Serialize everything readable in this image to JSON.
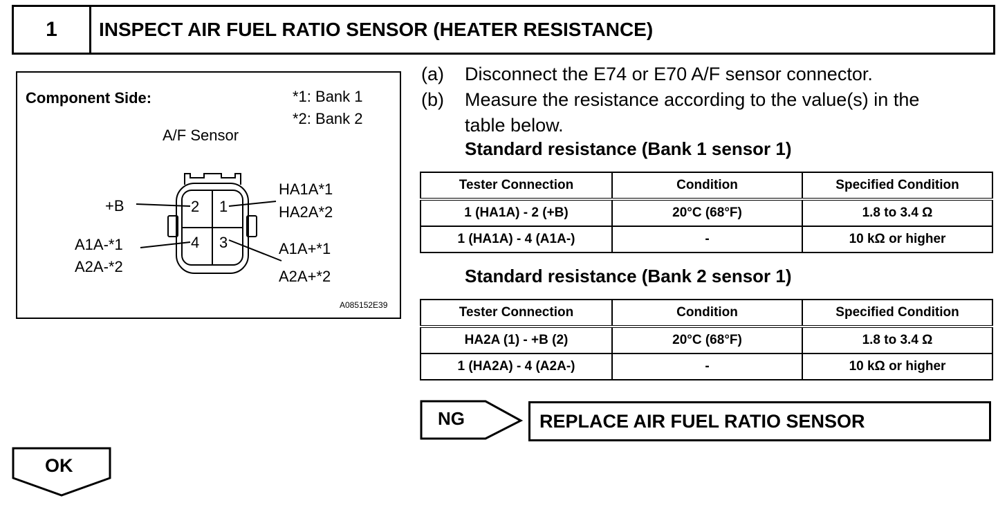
{
  "header": {
    "number": "1",
    "title": "INSPECT AIR FUEL RATIO SENSOR (HEATER RESISTANCE)"
  },
  "diagram": {
    "side_label": "Component Side:",
    "notes": [
      "*1: Bank 1",
      "*2: Bank 2"
    ],
    "sensor_label": "A/F Sensor",
    "pins": [
      "2",
      "1",
      "4",
      "3"
    ],
    "left_labels": {
      "plus_b": "+B",
      "a1a_minus": "A1A-*1",
      "a2a_minus": "A2A-*2"
    },
    "right_labels": {
      "ha1a": "HA1A*1",
      "ha2a": "HA2A*2",
      "a1a_plus": "A1A+*1",
      "a2a_plus": "A2A+*2"
    },
    "code": "A085152E39"
  },
  "steps": [
    {
      "label": "(a)",
      "lines": [
        "Disconnect the E74 or E70 A/F sensor connector."
      ]
    },
    {
      "label": "(b)",
      "lines": [
        "Measure the resistance according to the value(s) in the",
        "table below."
      ]
    }
  ],
  "tables": [
    {
      "title": "Standard resistance (Bank 1 sensor 1)",
      "headers": [
        "Tester Connection",
        "Condition",
        "Specified Condition"
      ],
      "rows": [
        [
          "1 (HA1A) - 2 (+B)",
          "20°C (68°F)",
          "1.8 to 3.4 Ω"
        ],
        [
          "1 (HA1A) - 4 (A1A-)",
          "-",
          "10 kΩ or higher"
        ]
      ]
    },
    {
      "title": "Standard resistance (Bank 2 sensor 1)",
      "headers": [
        "Tester Connection",
        "Condition",
        "Specified Condition"
      ],
      "rows": [
        [
          "HA2A (1) - +B (2)",
          "20°C (68°F)",
          "1.8 to 3.4 Ω"
        ],
        [
          "1 (HA2A) - 4 (A2A-)",
          "-",
          "10 kΩ or higher"
        ]
      ]
    }
  ],
  "ng": {
    "label": "NG",
    "action": "REPLACE AIR FUEL RATIO SENSOR"
  },
  "ok": {
    "label": "OK"
  }
}
